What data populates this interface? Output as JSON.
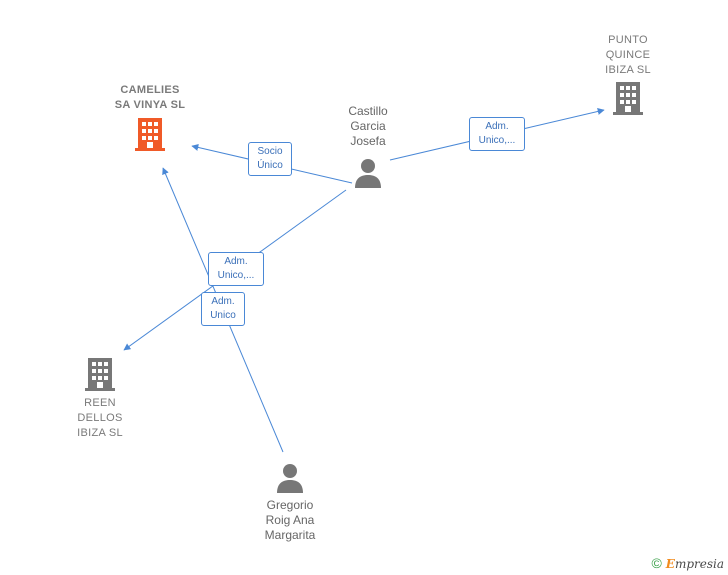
{
  "nodes": {
    "camelies": {
      "label": "CAMELIES\nSA VINYA  SL",
      "type": "company",
      "color": "#f05a28"
    },
    "punto": {
      "label": "PUNTO\nQUINCE\nIBIZA  SL",
      "type": "company",
      "color": "#777777"
    },
    "reen": {
      "label": "REEN\nDELLOS\nIBIZA  SL",
      "type": "company",
      "color": "#777777"
    },
    "castillo": {
      "label": "Castillo\nGarcia\nJosefa",
      "type": "person",
      "color": "#777777"
    },
    "gregorio": {
      "label": "Gregorio\nRoig Ana\nMargarita",
      "type": "person",
      "color": "#777777"
    }
  },
  "edges": {
    "castillo_camelies": "Socio\nÚnico",
    "castillo_punto": "Adm.\nUnico,...",
    "castillo_reen": "Adm.\nUnico,...",
    "gregorio_camelies": "Adm.\nUnico"
  },
  "colors": {
    "edge": "#4a88d6",
    "edge_label_text": "#3a6fb8"
  },
  "footer": {
    "copyright": "©",
    "brand_first": "E",
    "brand_rest": "mpresia"
  }
}
